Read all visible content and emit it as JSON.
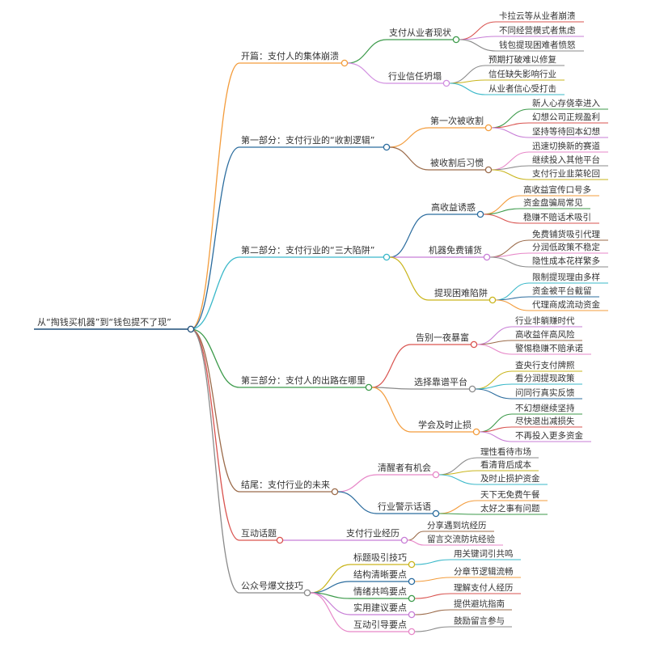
{
  "root": {
    "label": "从“掏钱买机器”到“钱包提不了现”",
    "color": "#1f4e79"
  },
  "sections": [
    {
      "label": "开篇：支付人的集体崩溃",
      "color": "#f39c3c",
      "children": [
        {
          "label": "支付从业者现状",
          "color": "#3c9a4a",
          "children": [
            {
              "label": "卡拉云等从业者崩溃",
              "color": "#d9534f"
            },
            {
              "label": "不同经营模式者焦虑",
              "color": "#c77dd6"
            },
            {
              "label": "钱包提现困难者愤怒",
              "color": "#8a8a8a"
            }
          ]
        },
        {
          "label": "行业信任坍塌",
          "color": "#d18ee0",
          "children": [
            {
              "label": "预期打破难以修复",
              "color": "#8a8a8a"
            },
            {
              "label": "信任缺失影响行业",
              "color": "#c9b51c"
            },
            {
              "label": "从业者信心受打击",
              "color": "#3ab8c9"
            }
          ]
        }
      ]
    },
    {
      "label": "第一部分：支付行业的“收割逻辑”",
      "color": "#2b6c9e",
      "children": [
        {
          "label": "第一次被收割",
          "color": "#f39c3c",
          "children": [
            {
              "label": "新人心存侥幸进入",
              "color": "#3c9a4a"
            },
            {
              "label": "幻想公司正规盈利",
              "color": "#d9534f"
            },
            {
              "label": "坚持等待回本幻想",
              "color": "#c77dd6"
            }
          ]
        },
        {
          "label": "被收割后习惯",
          "color": "#9b6b4a",
          "children": [
            {
              "label": "迅速切换新的赛道",
              "color": "#e787c8"
            },
            {
              "label": "继续投入其他平台",
              "color": "#8a8a8a"
            },
            {
              "label": "支付行业韭菜轮回",
              "color": "#c9b51c"
            }
          ]
        }
      ]
    },
    {
      "label": "第二部分：支付行业的“三大陷阱”",
      "color": "#3ab8c9",
      "children": [
        {
          "label": "高收益诱惑",
          "color": "#2b6c9e",
          "children": [
            {
              "label": "高收益宣传口号多",
              "color": "#f39c3c"
            },
            {
              "label": "资金盘骗局常见",
              "color": "#3c9a4a"
            },
            {
              "label": "稳赚不赔话术吸引",
              "color": "#d9534f"
            }
          ]
        },
        {
          "label": "机器免费铺货",
          "color": "#c77dd6",
          "children": [
            {
              "label": "免费铺货吸引代理",
              "color": "#9b6b4a"
            },
            {
              "label": "分润低政策不稳定",
              "color": "#e787c8"
            },
            {
              "label": "隐性成本花样繁多",
              "color": "#8a8a8a"
            }
          ]
        },
        {
          "label": "提现困难陷阱",
          "color": "#c9b51c",
          "children": [
            {
              "label": "限制提现理由多样",
              "color": "#3ab8c9"
            },
            {
              "label": "资金被平台截留",
              "color": "#2b6c9e"
            },
            {
              "label": "代理商成流动资金",
              "color": "#f39c3c"
            }
          ]
        }
      ]
    },
    {
      "label": "第三部分：支付人的出路在哪里",
      "color": "#3c9a4a",
      "children": [
        {
          "label": "告别一夜暴富",
          "color": "#d9534f",
          "children": [
            {
              "label": "行业非躺赚时代",
              "color": "#c77dd6"
            },
            {
              "label": "高收益伴高风险",
              "color": "#9b6b4a"
            },
            {
              "label": "警惕稳赚不赔承诺",
              "color": "#e787c8"
            }
          ]
        },
        {
          "label": "选择靠谱平台",
          "color": "#8a8a8a",
          "children": [
            {
              "label": "查央行支付牌照",
              "color": "#c9b51c"
            },
            {
              "label": "看分润提现政策",
              "color": "#3ab8c9"
            },
            {
              "label": "问同行真实反馈",
              "color": "#2b6c9e"
            }
          ]
        },
        {
          "label": "学会及时止损",
          "color": "#f39c3c",
          "children": [
            {
              "label": "不幻想继续坚持",
              "color": "#3c9a4a"
            },
            {
              "label": "尽快退出减损失",
              "color": "#d9534f"
            },
            {
              "label": "不再投入更多资金",
              "color": "#c77dd6"
            }
          ]
        }
      ]
    },
    {
      "label": "结尾：支付行业的未来",
      "color": "#9b6b4a",
      "children": [
        {
          "label": "清醒者有机会",
          "color": "#e787c8",
          "children": [
            {
              "label": "理性看待市场",
              "color": "#8a8a8a"
            },
            {
              "label": "看清背后成本",
              "color": "#c9b51c"
            },
            {
              "label": "及时止损护资金",
              "color": "#3ab8c9"
            }
          ]
        },
        {
          "label": "行业警示话语",
          "color": "#2b6c9e",
          "children": [
            {
              "label": "天下无免费午餐",
              "color": "#f39c3c"
            },
            {
              "label": "太好之事有问题",
              "color": "#3c9a4a"
            }
          ]
        }
      ]
    },
    {
      "label": "互动话题",
      "color": "#d9534f",
      "children": [
        {
          "label": "支付行业经历",
          "color": "#c77dd6",
          "children": [
            {
              "label": "分享遇到坑经历",
              "color": "#9b6b4a"
            },
            {
              "label": "留言交流防坑经验",
              "color": "#e787c8"
            }
          ]
        }
      ]
    },
    {
      "label": "公众号爆文技巧",
      "color": "#8a8a8a",
      "children": [
        {
          "label": "标题吸引技巧",
          "color": "#c9b51c",
          "children": [
            {
              "label": "用关键词引共鸣",
              "color": "#3ab8c9"
            }
          ]
        },
        {
          "label": "结构清晰要点",
          "color": "#2b6c9e",
          "children": [
            {
              "label": "分章节逻辑流畅",
              "color": "#f39c3c"
            }
          ]
        },
        {
          "label": "情绪共鸣要点",
          "color": "#3c9a4a",
          "children": [
            {
              "label": "理解支付人经历",
              "color": "#d9534f"
            }
          ]
        },
        {
          "label": "实用建议要点",
          "color": "#c77dd6",
          "children": [
            {
              "label": "提供避坑指南",
              "color": "#9b6b4a"
            }
          ]
        },
        {
          "label": "互动引导要点",
          "color": "#e787c8",
          "children": [
            {
              "label": "鼓励留言参与",
              "color": "#8a8a8a"
            }
          ]
        }
      ]
    }
  ]
}
